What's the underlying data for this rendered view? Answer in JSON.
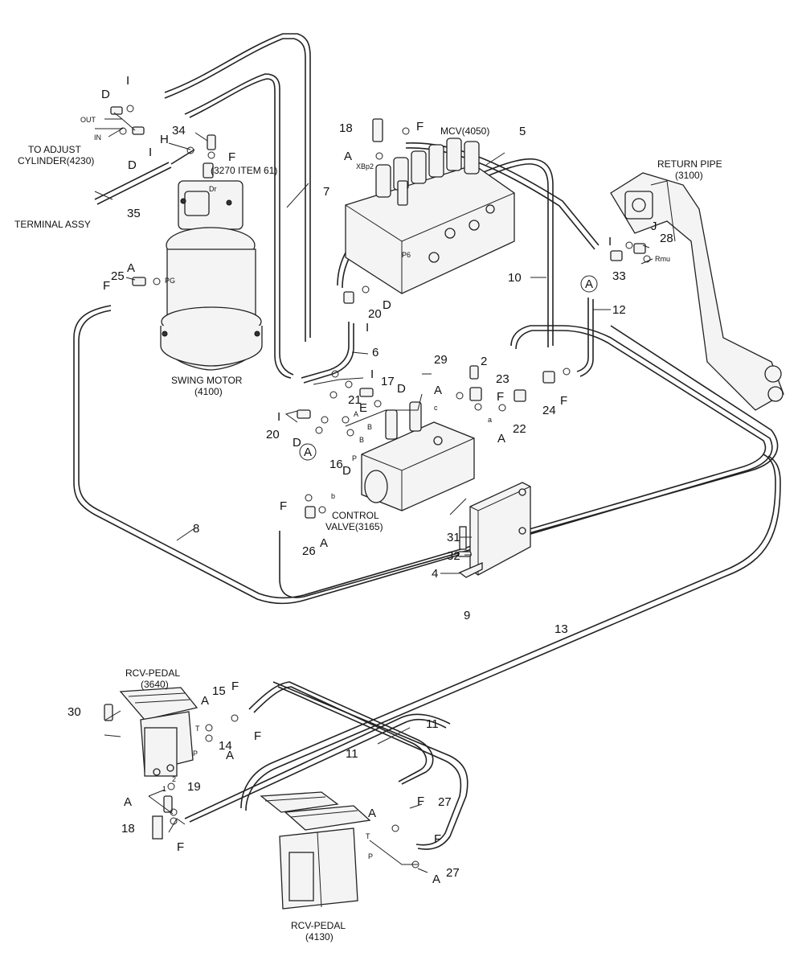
{
  "labels": {
    "to_adjust_l1": "TO ADJUST",
    "to_adjust_l2": "CYLINDER(4230)",
    "terminal_assy": "TERMINAL ASSY",
    "swing_motor_l1": "SWING MOTOR",
    "swing_motor_l2": "(4100)",
    "mcv": "MCV(4050)",
    "return_pipe_l1": "RETURN PIPE",
    "return_pipe_l2": "(3100)",
    "control_valve_l1": "CONTROL",
    "control_valve_l2": "VALVE(3165)",
    "rcv_pedal_top_l1": "RCV-PEDAL",
    "rcv_pedal_top_l2": "(3640)",
    "rcv_pedal_bot_l1": "RCV-PEDAL",
    "rcv_pedal_bot_l2": "(4130)",
    "item_ref": "(3270 ITEM 61)"
  },
  "ports": {
    "out": "OUT",
    "in": "IN",
    "pg": "PG",
    "dr": "Dr",
    "xbp2": "XBp2",
    "p6": "P6",
    "rmu": "Rmu",
    "a": "A",
    "b": "B",
    "a_lower": "a",
    "b_lower": "b",
    "c_lower": "c",
    "p": "P",
    "t": "T",
    "one": "1",
    "two": "2"
  },
  "callouts": {
    "n2": "2",
    "n4": "4",
    "n5": "5",
    "n6": "6",
    "n7": "7",
    "n8": "8",
    "n9": "9",
    "n10": "10",
    "n11": "11",
    "n12": "12",
    "n13": "13",
    "n14": "14",
    "n15": "15",
    "n16": "16",
    "n17": "17",
    "n18": "18",
    "n19": "19",
    "n20": "20",
    "n21": "21",
    "n22": "22",
    "n23": "23",
    "n24": "24",
    "n25": "25",
    "n26": "26",
    "n27": "27",
    "n28": "28",
    "n29": "29",
    "n30": "30",
    "n31": "31",
    "n32": "32",
    "n33": "33",
    "n34": "34",
    "n35": "35",
    "A": "A",
    "D": "D",
    "E": "E",
    "F": "F",
    "H": "H",
    "I": "I",
    "J": "J"
  }
}
